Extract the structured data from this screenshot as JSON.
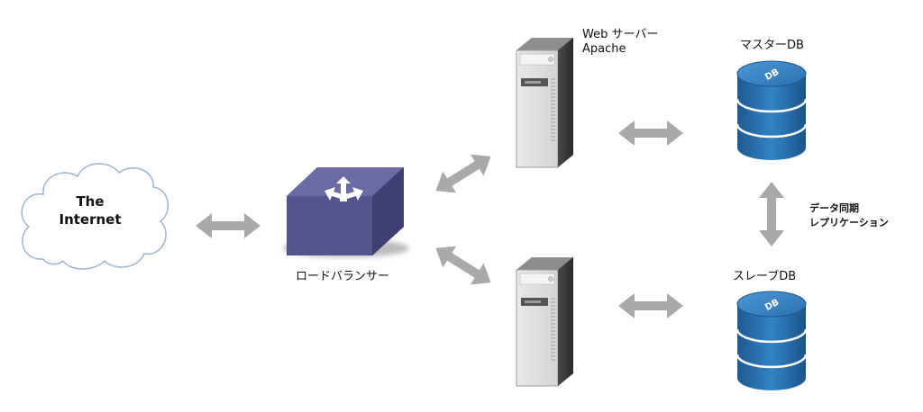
{
  "internet": {
    "line1": "The",
    "line2": "Internet"
  },
  "load_balancer": {
    "label": "ロードバランサー"
  },
  "web_server": {
    "line1": "Web サーバー",
    "line2": "Apache"
  },
  "master_db": {
    "label": "マスターDB",
    "badge": "DB"
  },
  "slave_db": {
    "label": "スレーブDB",
    "badge": "DB"
  },
  "replication": {
    "line1": "データ同期",
    "line2": "レプリケーション"
  },
  "colors": {
    "arrow": "#a9a9a9",
    "db_body": "#2f78b8",
    "db_dark": "#1f5b90",
    "switch": "#55558e",
    "cloud_stroke": "#9db4d2"
  }
}
